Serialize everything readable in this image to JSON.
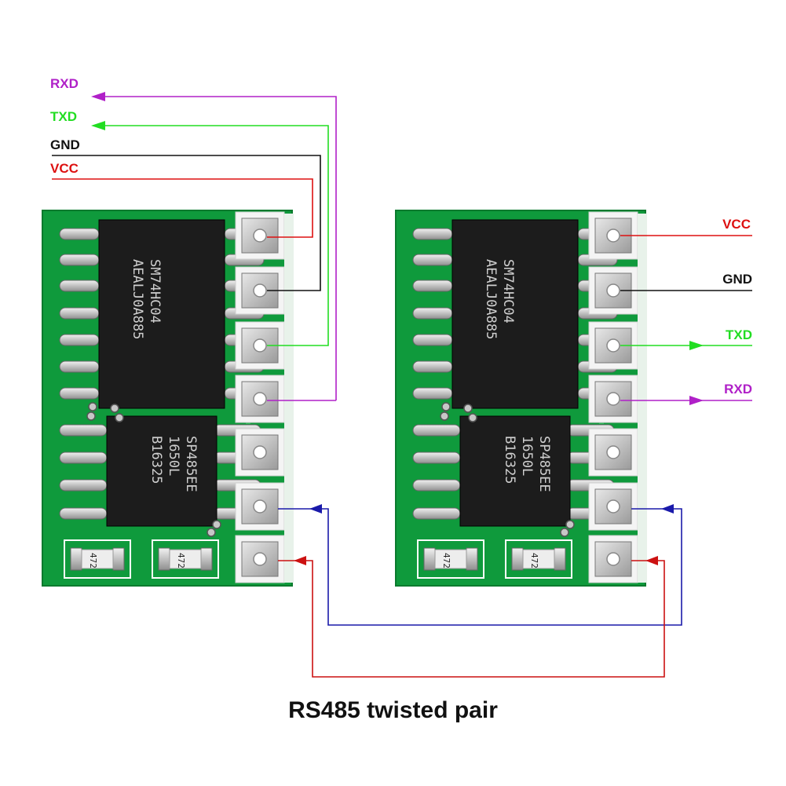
{
  "caption": "RS485 twisted pair",
  "left_labels": {
    "rxd": "RXD",
    "txd": "TXD",
    "gnd": "GND",
    "vcc": "VCC"
  },
  "right_labels": {
    "vcc": "VCC",
    "gnd": "GND",
    "txd": "TXD",
    "rxd": "RXD"
  },
  "chips": {
    "hc04": [
      "SM74HC04",
      "AEALJ0A885"
    ],
    "sp485": [
      "SP485EE",
      "1650L",
      "B16325"
    ],
    "resistor": "472"
  },
  "colors": {
    "rxd": "#b020c8",
    "txd": "#22dd22",
    "gnd": "#111111",
    "vcc": "#dd1111",
    "a": "#1a1aaa",
    "b": "#cc1111"
  }
}
